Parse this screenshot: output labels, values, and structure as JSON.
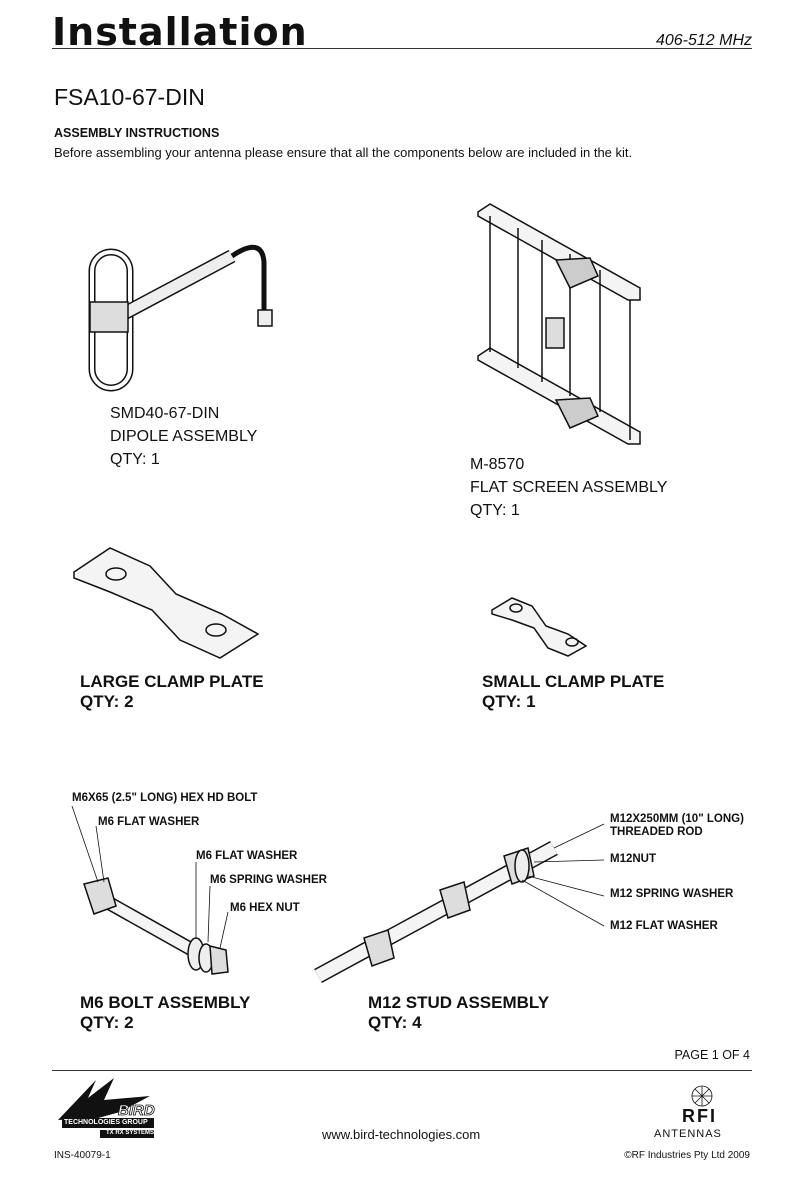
{
  "header": {
    "title": "Installation",
    "frequency": "406-512 MHz",
    "model": "FSA10-67-DIN"
  },
  "assembly": {
    "heading": "ASSEMBLY INSTRUCTIONS",
    "intro": "Before assembling your antenna please ensure that all the components below are included in the kit."
  },
  "components": [
    {
      "line1": "SMD40-67-DIN",
      "line2": "DIPOLE ASSEMBLY",
      "qty": "QTY: 1"
    },
    {
      "line1": "M-8570",
      "line2": "FLAT SCREEN ASSEMBLY",
      "qty": "QTY: 1"
    },
    {
      "line1": "LARGE CLAMP PLATE",
      "qty": "QTY: 2"
    },
    {
      "line1": "SMALL CLAMP PLATE",
      "qty": "QTY: 1"
    },
    {
      "line1": "M6 BOLT ASSEMBLY",
      "qty": "QTY: 2"
    },
    {
      "line1": "M12 STUD ASSEMBLY",
      "qty": "QTY: 4"
    }
  ],
  "m6_callouts": [
    "M6X65 (2.5\" LONG) HEX HD BOLT",
    "M6 FLAT WASHER",
    "M6 FLAT WASHER",
    "M6 SPRING WASHER",
    "M6 HEX NUT"
  ],
  "m12_callouts": [
    "M12X250MM (10\" LONG)",
    "THREADED ROD",
    "M12NUT",
    "M12 SPRING WASHER",
    "M12 FLAT WASHER"
  ],
  "footer": {
    "page": "PAGE 1 OF 4",
    "url": "www.bird-technologies.com",
    "doc_number": "INS-40079-1",
    "copyright": "©RF Industries Pty Ltd 2009",
    "bird_logo_text": "BIRD",
    "bird_line1": "TECHNOLOGIES GROUP",
    "bird_line2": "TX RX SYSTEMS",
    "rfi_logo_text": "RFI",
    "rfi_sub": "ANTENNAS"
  }
}
